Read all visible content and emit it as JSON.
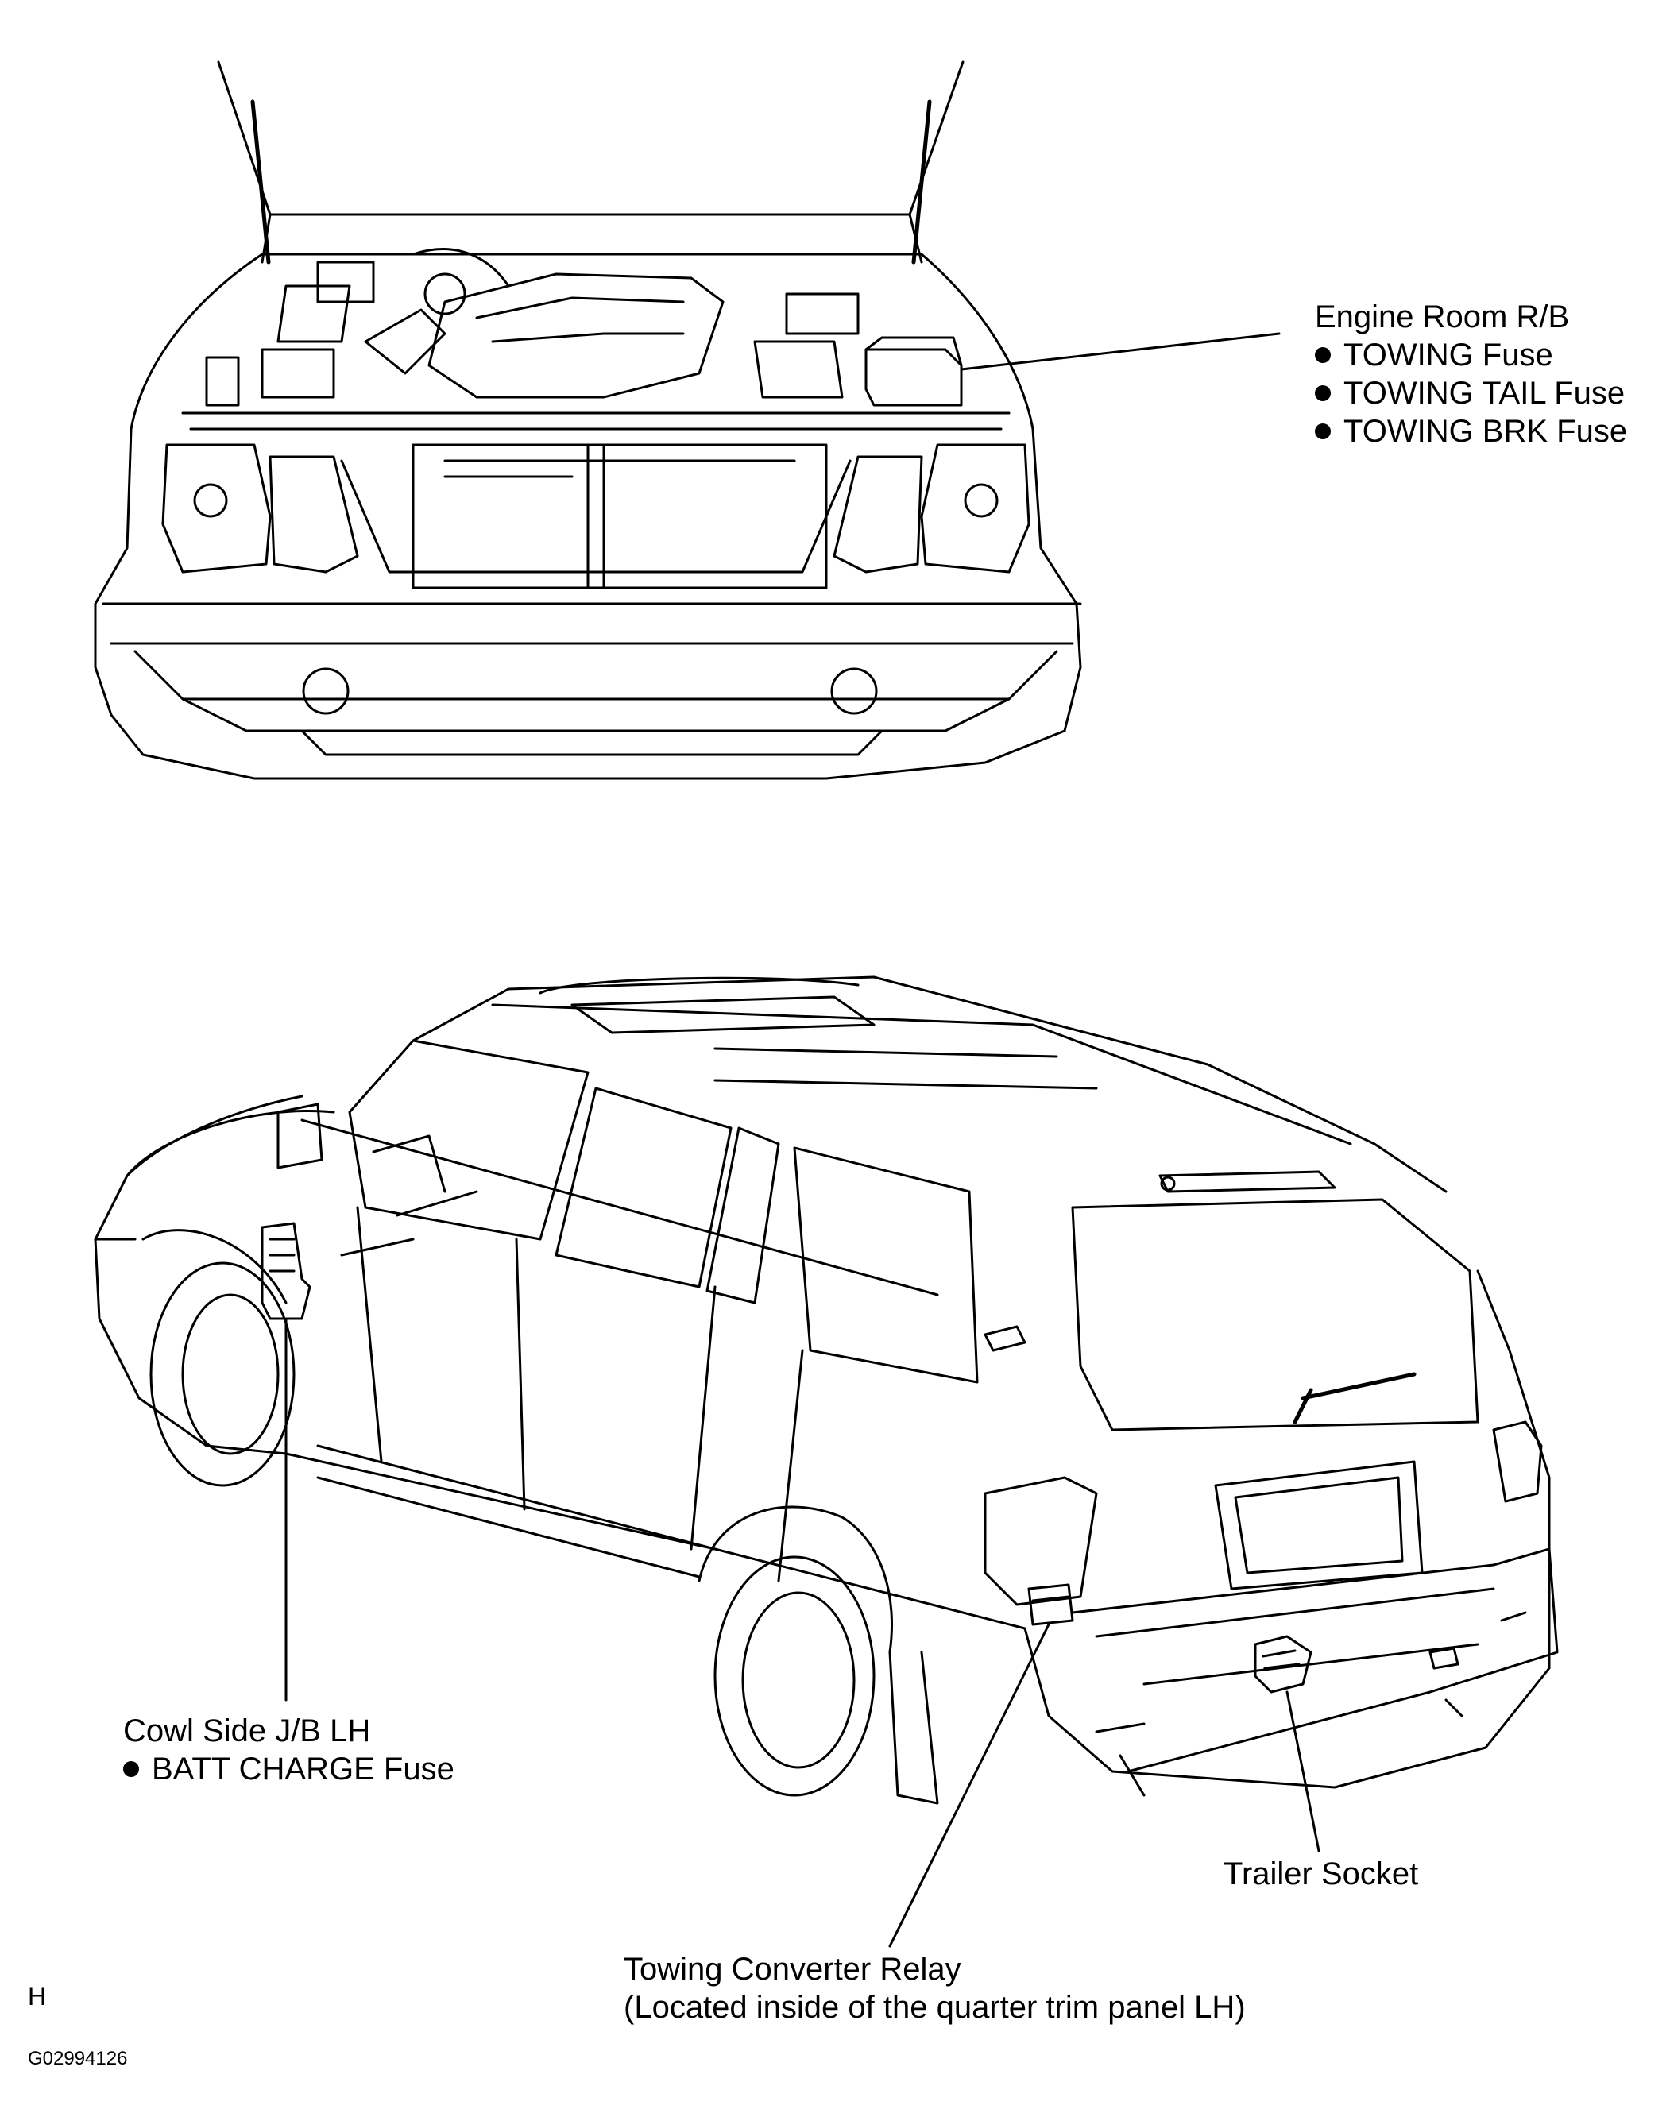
{
  "labels": {
    "engine_room": {
      "title": "Engine Room R/B",
      "items": [
        "TOWING Fuse",
        "TOWING TAIL Fuse",
        "TOWING BRK Fuse"
      ]
    },
    "cowl_side": {
      "title": "Cowl Side J/B LH",
      "items": [
        "BATT CHARGE Fuse"
      ]
    },
    "trailer_socket": "Trailer Socket",
    "towing_relay": {
      "line1": "Towing Converter Relay",
      "line2": "(Located inside of the quarter trim panel LH)"
    }
  },
  "corner_letter": "H",
  "figure_code": "G02994126"
}
